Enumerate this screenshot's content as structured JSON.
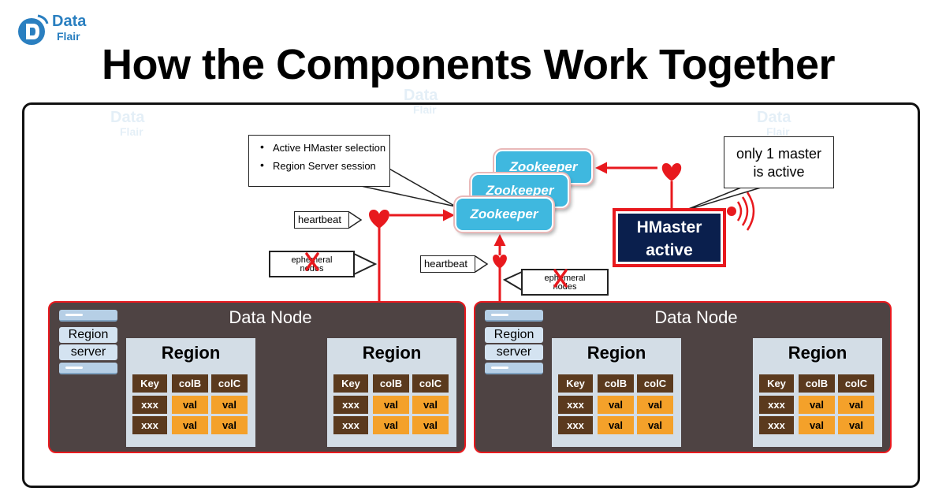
{
  "logo": {
    "line1": "Data",
    "line2": "Flair"
  },
  "title": "How the Components Work Together",
  "callout_top": {
    "items": [
      "Active HMaster selection",
      "Region Server session"
    ]
  },
  "callout_master": {
    "line1": "only 1 master",
    "line2": "is active"
  },
  "heartbeat_label": "heartbeat",
  "ephemeral": {
    "line1": "ephemeral",
    "line2": "nodes"
  },
  "zookeeper_label": "Zookeeper",
  "hmaster": {
    "line1": "HMaster",
    "line2": "active"
  },
  "data_node_label": "Data Node",
  "region_server": {
    "line1": "Region",
    "line2": "server"
  },
  "region": {
    "title": "Region",
    "headers": [
      "Key",
      "colB",
      "colC"
    ],
    "rows": [
      [
        "xxx",
        "val",
        "val"
      ],
      [
        "xxx",
        "val",
        "val"
      ]
    ]
  },
  "icons": [
    "heart-icon",
    "cross-icon",
    "signal-waves-icon",
    "server-stack-icon"
  ],
  "colors": {
    "accent_red": "#e8191e",
    "zookeeper_blue": "#3fb8df",
    "hmaster_navy": "#0a1f4d",
    "node_bg": "#4e4343",
    "key_brown": "#5b3a1e",
    "val_orange": "#f4a12a"
  }
}
